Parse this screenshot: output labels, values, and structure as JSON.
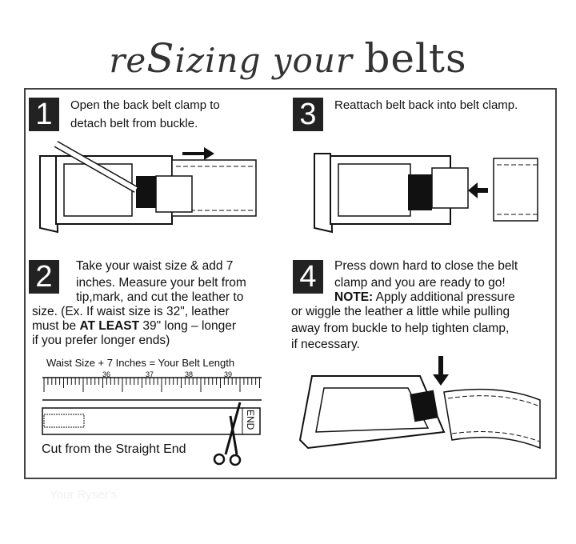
{
  "title": {
    "part1": "re",
    "part2": "S",
    "part3": "izing your ",
    "part4": "belts"
  },
  "steps": [
    {
      "number": "1",
      "text": "Open the back belt clamp to detach belt from buckle."
    },
    {
      "number": "2",
      "text_lines": [
        "Take your waist size & add 7",
        "inches.  Measure your belt from",
        "tip,mark, and cut the leather to",
        "size. (Ex. If waist size is 32\", leather"
      ],
      "must_pre": "must be ",
      "must_bold": "AT LEAST",
      "must_post": " 39\" long – longer",
      "last_line": "if you prefer longer ends)"
    },
    {
      "number": "3",
      "text": "Reattach belt back into belt clamp."
    },
    {
      "number": "4",
      "text_lines": [
        "Press down hard to close the belt",
        "clamp and you are ready to go!"
      ],
      "note_label": "NOTE:",
      "note_text": " Apply additional pressure",
      "more_lines": [
        "or wiggle the leather a little while pulling",
        "away from buckle to help tighten clamp,",
        "if necessary."
      ]
    }
  ],
  "ruler": {
    "caption": "Waist Size + 7 Inches = Your Belt Length",
    "ticks": [
      "36",
      "37",
      "38",
      "39"
    ],
    "end_label": "END",
    "cut_label": "Cut from the Straight End"
  },
  "watermark": "Your Ryser's"
}
